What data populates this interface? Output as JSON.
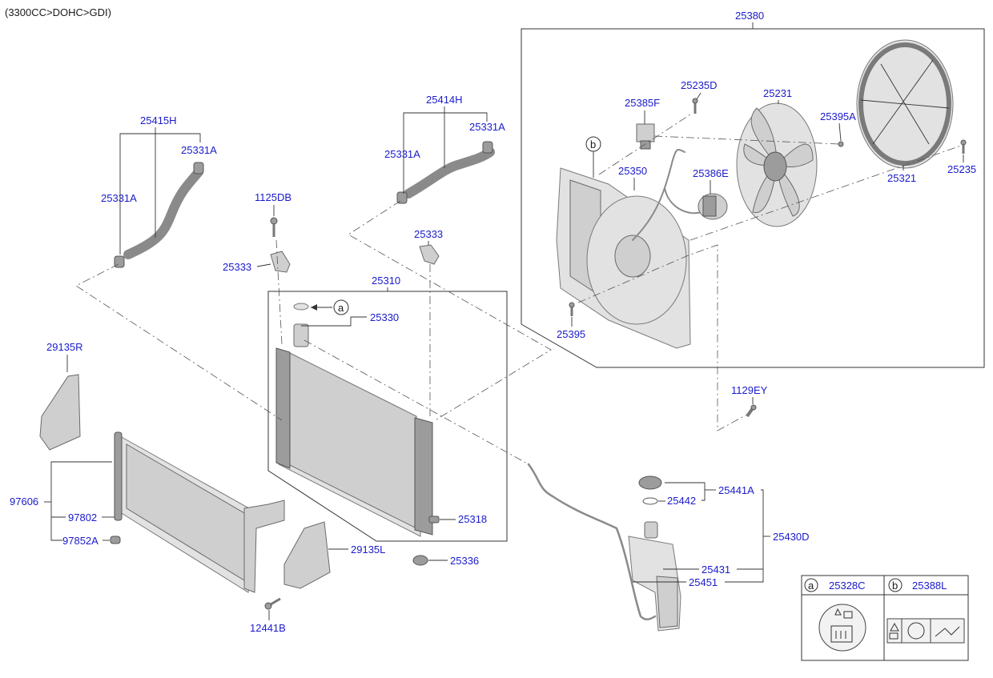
{
  "header": {
    "engine_spec": "(3300CC>DOHC>GDI)"
  },
  "labels": {
    "p25380": "25380",
    "p25415H": "25415H",
    "p25331A_a": "25331A",
    "p25331A_b": "25331A",
    "p25414H": "25414H",
    "p25331A_c": "25331A",
    "p25331A_d": "25331A",
    "p1125DB": "1125DB",
    "p25333_a": "25333",
    "p25333_b": "25333",
    "p25310": "25310",
    "p25330": "25330",
    "p29135R": "29135R",
    "p97606": "97606",
    "p97802": "97802",
    "p97852A": "97852A",
    "p29135L": "29135L",
    "p12441B": "12441B",
    "p25318": "25318",
    "p25336": "25336",
    "p25385F": "25385F",
    "p25235D": "25235D",
    "p25231": "25231",
    "p25395A": "25395A",
    "p25350": "25350",
    "p25386E": "25386E",
    "p25321": "25321",
    "p25235": "25235",
    "p25395": "25395",
    "p1129EY": "1129EY",
    "p25441A": "25441A",
    "p25442": "25442",
    "p25430D": "25430D",
    "p25431": "25431",
    "p25451": "25451"
  },
  "callouts": {
    "a": "a",
    "b": "b"
  },
  "legend": {
    "a_letter": "a",
    "a_part": "25328C",
    "b_letter": "b",
    "b_part": "25388L"
  }
}
